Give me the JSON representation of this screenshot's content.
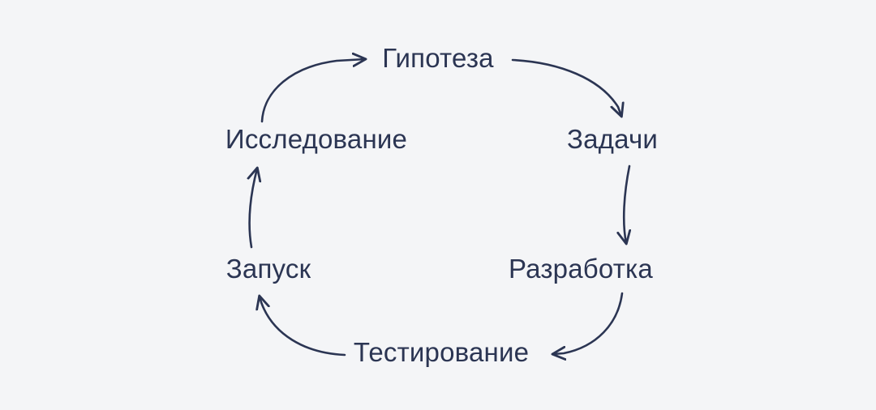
{
  "diagram": {
    "type": "cycle",
    "direction": "clockwise",
    "background_color": "#f4f5f7",
    "stroke_color": "#2b3553",
    "text_color": "#2b3553",
    "language": "ru",
    "nodes": [
      {
        "id": "hypothesis",
        "label": "Гипотеза",
        "position": "top"
      },
      {
        "id": "tasks",
        "label": "Задачи",
        "position": "top-right"
      },
      {
        "id": "development",
        "label": "Разработка",
        "position": "bottom-right"
      },
      {
        "id": "testing",
        "label": "Тестирование",
        "position": "bottom"
      },
      {
        "id": "launch",
        "label": "Запуск",
        "position": "bottom-left"
      },
      {
        "id": "research",
        "label": "Исследование",
        "position": "top-left"
      }
    ],
    "edges": [
      {
        "id": "research-to-hypothesis",
        "from": "research",
        "to": "hypothesis",
        "style": "curved-arrow"
      },
      {
        "id": "hypothesis-to-tasks",
        "from": "hypothesis",
        "to": "tasks",
        "style": "curved-arrow"
      },
      {
        "id": "tasks-to-development",
        "from": "tasks",
        "to": "development",
        "style": "curved-arrow"
      },
      {
        "id": "development-to-testing",
        "from": "development",
        "to": "testing",
        "style": "curved-arrow"
      },
      {
        "id": "testing-to-launch",
        "from": "testing",
        "to": "launch",
        "style": "curved-arrow"
      },
      {
        "id": "launch-to-research",
        "from": "launch",
        "to": "research",
        "style": "curved-arrow"
      }
    ]
  }
}
